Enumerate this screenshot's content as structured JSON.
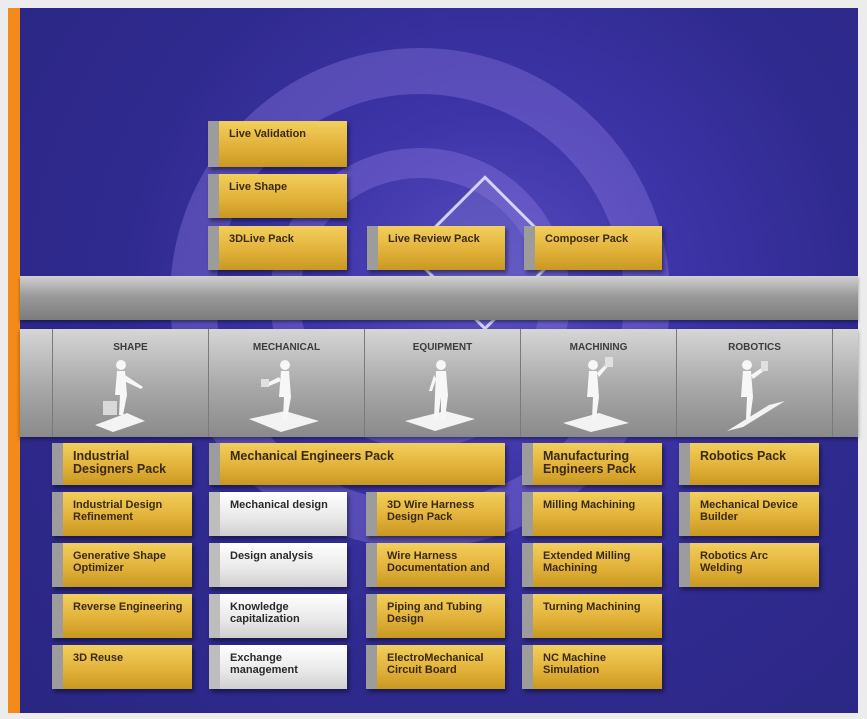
{
  "top_stack": [
    {
      "id": "live-validation",
      "label": "Live Validation"
    },
    {
      "id": "live-shape",
      "label": "Live Shape"
    },
    {
      "id": "3dlive-pack",
      "label": "3DLive Pack"
    }
  ],
  "top_row": [
    {
      "id": "live-review-pack",
      "label": "Live Review Pack"
    },
    {
      "id": "composer-pack",
      "label": "Composer Pack"
    }
  ],
  "categories": [
    {
      "id": "shape",
      "label": "SHAPE"
    },
    {
      "id": "mechanical",
      "label": "MECHANICAL"
    },
    {
      "id": "equipment",
      "label": "EQUIPMENT"
    },
    {
      "id": "machining",
      "label": "MACHINING"
    },
    {
      "id": "robotics",
      "label": "ROBOTICS"
    }
  ],
  "packs": {
    "industrial_designers": "Industrial Designers Pack",
    "mechanical_engineers": "Mechanical Engineers Pack",
    "manufacturing_engineers": "Manufacturing Engineers Pack",
    "robotics": "Robotics Pack"
  },
  "shape_items": [
    "Industrial Design Refinement",
    "Generative Shape Optimizer",
    "Reverse Engineering",
    "3D Reuse"
  ],
  "mechanical_items": [
    "Mechanical design",
    "Design analysis",
    "Knowledge capitalization",
    "Exchange management"
  ],
  "equipment_items": [
    "3D Wire Harness Design Pack",
    "Wire Harness Documentation and",
    "Piping and Tubing Design",
    "ElectroMechanical Circuit Board"
  ],
  "machining_items": [
    "Milling Machining",
    "Extended Milling Machining",
    "Turning Machining",
    "NC Machine Simulation"
  ],
  "robotics_items": [
    "Mechanical Device Builder",
    "Robotics Arc Welding"
  ],
  "plus_glyph": "+",
  "colors": {
    "accent": "#f28a1c",
    "background": "#2f2a8e",
    "box_gold": "#e2b23a",
    "box_grey": "#e8e8e8"
  }
}
